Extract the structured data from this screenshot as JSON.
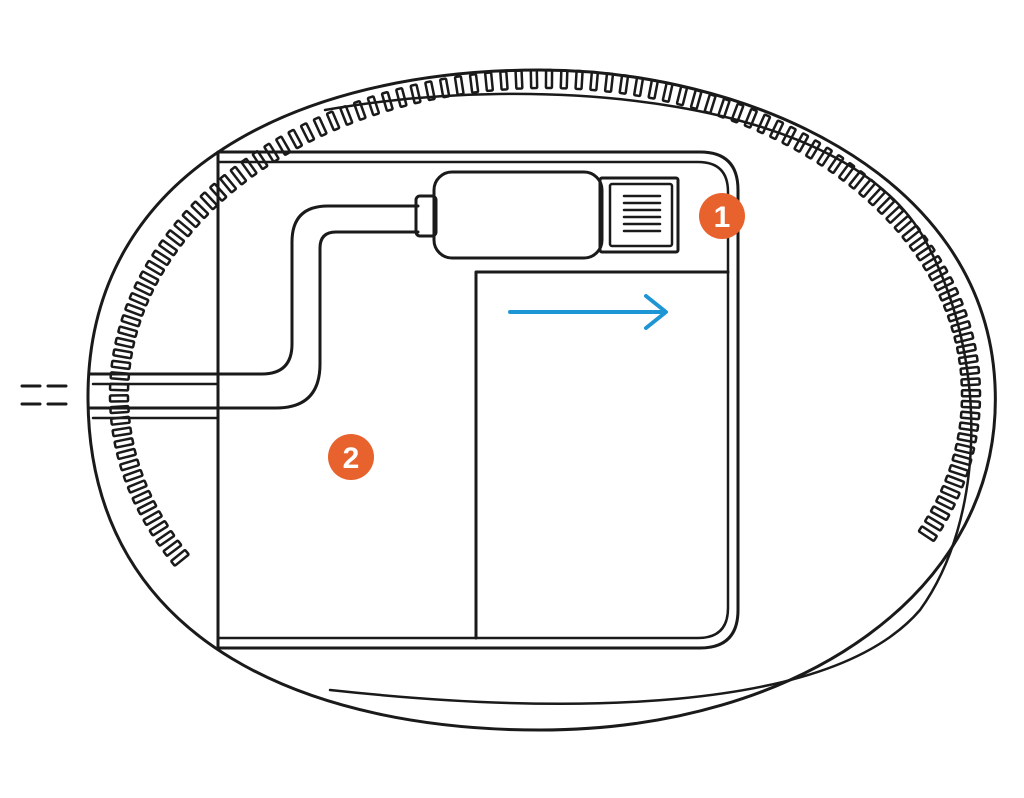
{
  "colors": {
    "line": "#1a1a1a",
    "background": "#ffffff",
    "callout": "#e8622e",
    "arrow": "#1e96d6"
  },
  "callouts": [
    {
      "label": "1"
    },
    {
      "label": "2"
    }
  ],
  "arrow": {
    "direction": "right",
    "icon": "arrow-right-icon"
  }
}
